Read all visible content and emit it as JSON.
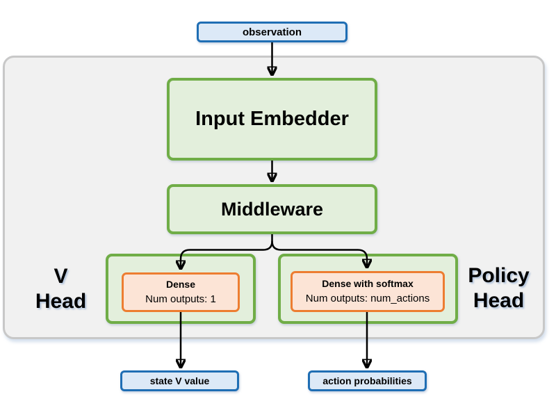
{
  "nodes": {
    "observation": {
      "label": "observation"
    },
    "input_embedder": {
      "label": "Input Embedder"
    },
    "middleware": {
      "label": "Middleware"
    },
    "v_head": {
      "label_line1": "V",
      "label_line2": "Head",
      "dense": {
        "title": "Dense",
        "subtitle": "Num outputs: 1"
      }
    },
    "policy_head": {
      "label_line1": "Policy",
      "label_line2": "Head",
      "dense": {
        "title": "Dense with softmax",
        "subtitle": "Num outputs: num_actions"
      }
    },
    "state_v_value": {
      "label": "state V value"
    },
    "action_probabilities": {
      "label": "action probabilities"
    }
  },
  "colors": {
    "io_border": "#1f6eb4",
    "io_fill": "#dce9f7",
    "layer_border": "#70ad47",
    "layer_fill": "#e3efdc",
    "dense_border": "#ed7d31",
    "dense_fill": "#fce4d6",
    "container_fill": "#f1f1f1",
    "container_border": "#c8c8c8",
    "arrow": "#000000"
  }
}
